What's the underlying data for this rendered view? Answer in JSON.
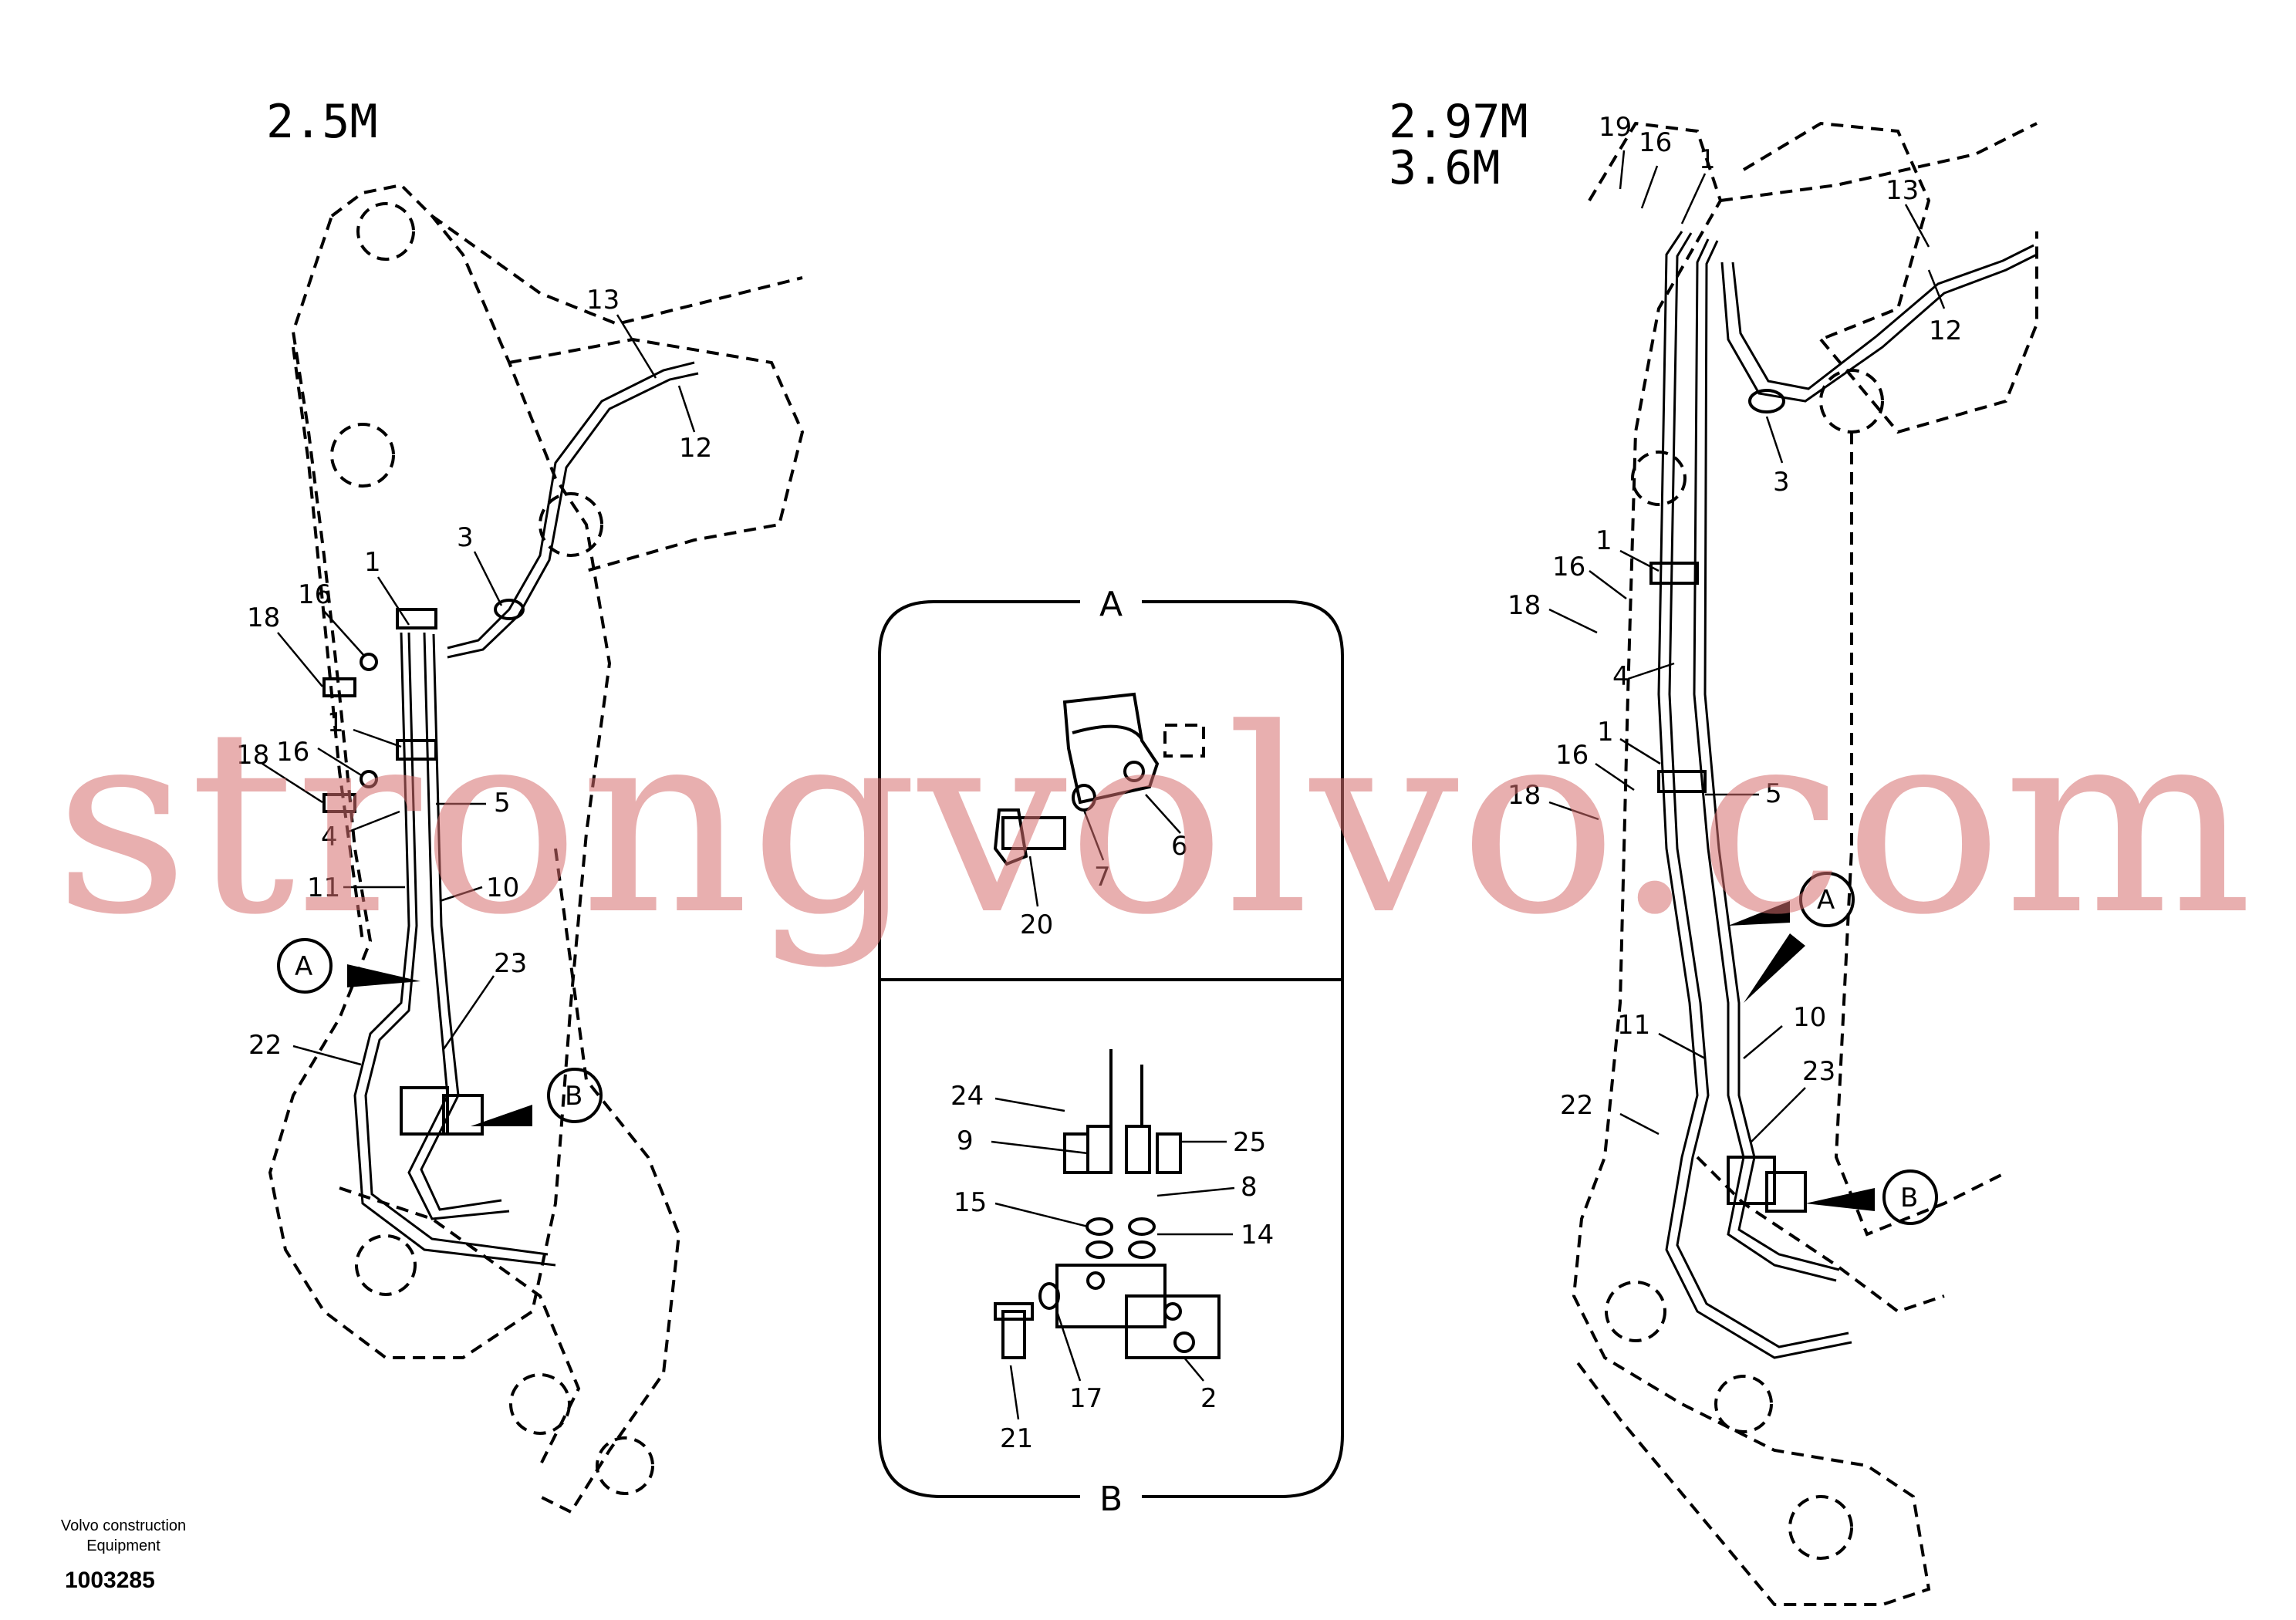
{
  "left_view": {
    "title": "2.5M",
    "callouts": [
      "13",
      "12",
      "3",
      "1",
      "16",
      "18",
      "1",
      "16",
      "18",
      "5",
      "4",
      "11",
      "10",
      "A",
      "23",
      "22",
      "B"
    ]
  },
  "right_view": {
    "title_line1": "2.97M",
    "title_line2": "3.6M",
    "callouts": [
      "19",
      "16",
      "1",
      "13",
      "12",
      "3",
      "1",
      "16",
      "18",
      "4",
      "1",
      "16",
      "18",
      "5",
      "A",
      "11",
      "10",
      "22",
      "23",
      "B"
    ]
  },
  "detail_view": {
    "section_top": "A",
    "section_bottom": "B",
    "callouts": [
      "6",
      "7",
      "20",
      "24",
      "9",
      "25",
      "8",
      "15",
      "14",
      "17",
      "21",
      "2"
    ]
  },
  "watermark": "strongvolvo.com",
  "footer": {
    "company_line1": "Volvo construction",
    "company_line2": "Equipment",
    "part_number": "1003285"
  },
  "colors": {
    "line": "#000000",
    "watermark": "#d66e6e",
    "background": "#ffffff"
  }
}
